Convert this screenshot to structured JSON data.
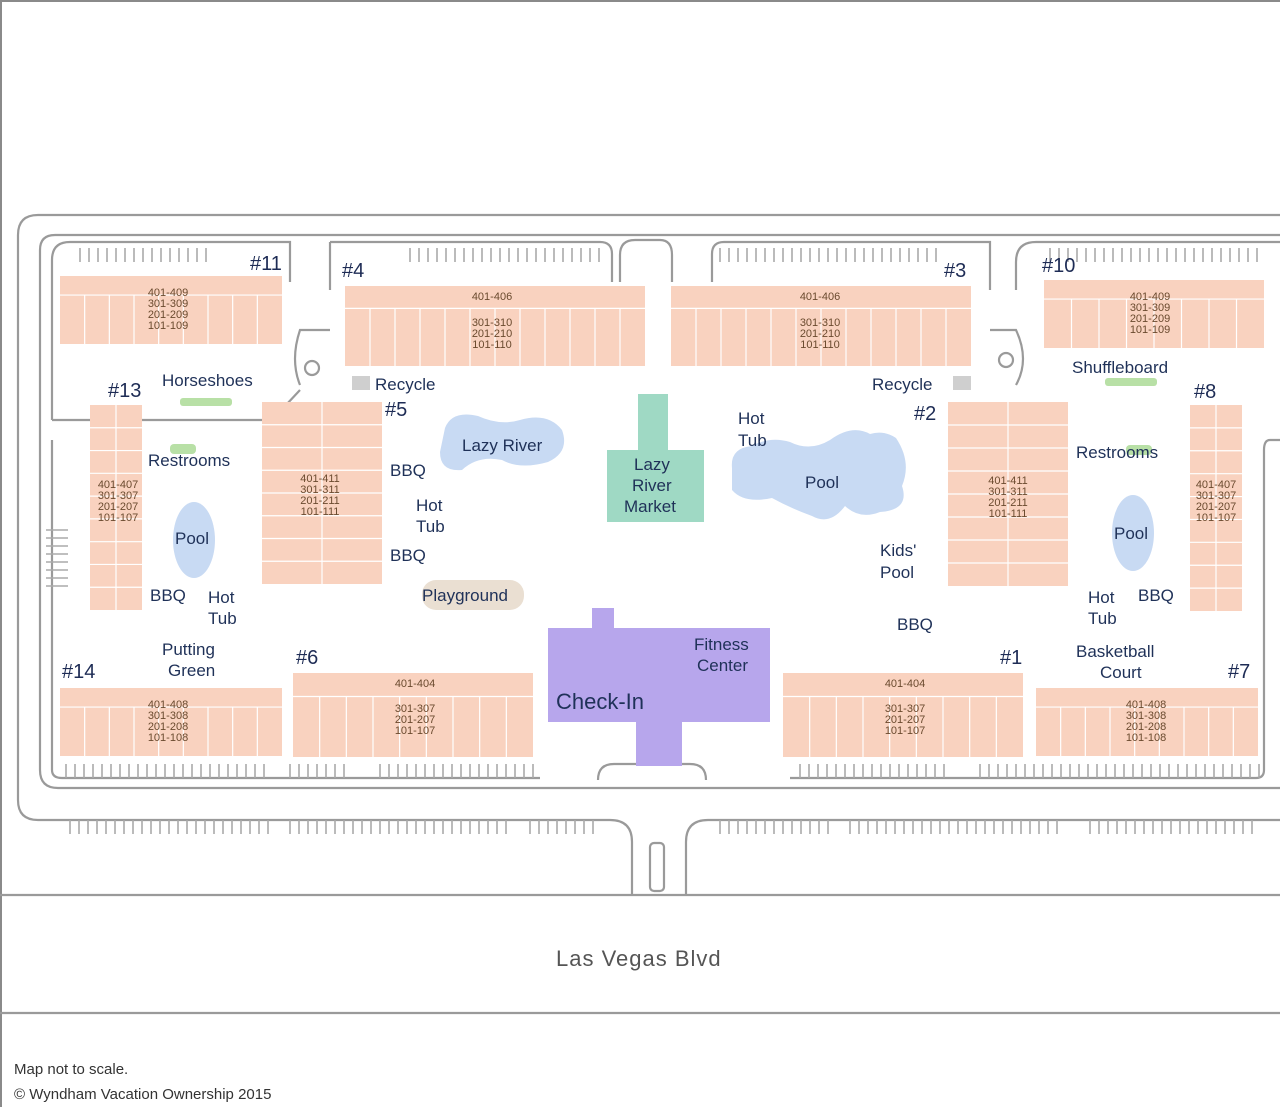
{
  "colors": {
    "building": "#f9d2bf",
    "building_line": "#ffffff",
    "water": "#c8daf3",
    "market": "#9fd9c4",
    "checkin": "#b7a6ec",
    "lawn": "#b8e0a6",
    "playground": "#eadfd2",
    "road": "#9a9a9a"
  },
  "buildings": {
    "b1": {
      "number": "#1",
      "units": [
        "401-404",
        "301-307",
        "201-207",
        "101-107"
      ]
    },
    "b2": {
      "number": "#2",
      "units": [
        "401-411",
        "301-311",
        "201-211",
        "101-111"
      ]
    },
    "b3": {
      "number": "#3",
      "units": [
        "401-406",
        "301-310",
        "201-210",
        "101-110"
      ]
    },
    "b4": {
      "number": "#4",
      "units": [
        "401-406",
        "301-310",
        "201-210",
        "101-110"
      ]
    },
    "b5": {
      "number": "#5",
      "units": [
        "401-411",
        "301-311",
        "201-211",
        "101-111"
      ]
    },
    "b6": {
      "number": "#6",
      "units": [
        "401-404",
        "301-307",
        "201-207",
        "101-107"
      ]
    },
    "b7": {
      "number": "#7",
      "units": [
        "401-408",
        "301-308",
        "201-208",
        "101-108"
      ]
    },
    "b8": {
      "number": "#8",
      "units": [
        "401-407",
        "301-307",
        "201-207",
        "101-107"
      ]
    },
    "b10": {
      "number": "#10",
      "units": [
        "401-409",
        "301-309",
        "201-209",
        "101-109"
      ]
    },
    "b11": {
      "number": "#11",
      "units": [
        "401-409",
        "301-309",
        "201-209",
        "101-109"
      ]
    },
    "b13": {
      "number": "#13",
      "units": [
        "401-407",
        "301-307",
        "201-207",
        "101-107"
      ]
    },
    "b14": {
      "number": "#14",
      "units": [
        "401-408",
        "301-308",
        "201-208",
        "101-108"
      ]
    }
  },
  "amenities": {
    "horseshoes": "Horseshoes",
    "recycle_left": "Recycle",
    "recycle_right": "Recycle",
    "lazy_river": "Lazy River",
    "lazy_river_market": [
      "Lazy",
      "River",
      "Market"
    ],
    "hot_tub": [
      "Hot",
      "Tub"
    ],
    "pool": "Pool",
    "kids_pool": [
      "Kids'",
      "Pool"
    ],
    "restrooms": "Restrooms",
    "bbq": "BBQ",
    "playground": "Playground",
    "putting_green": [
      "Putting",
      "Green"
    ],
    "shuffleboard": "Shuffleboard",
    "basketball_court": [
      "Basketball",
      "Court"
    ],
    "fitness_center": [
      "Fitness",
      "Center"
    ],
    "check_in": "Check-In"
  },
  "street": "Las Vegas Blvd",
  "footer": {
    "note": "Map not to scale.",
    "copyright": "© Wyndham Vacation Ownership 2015"
  }
}
